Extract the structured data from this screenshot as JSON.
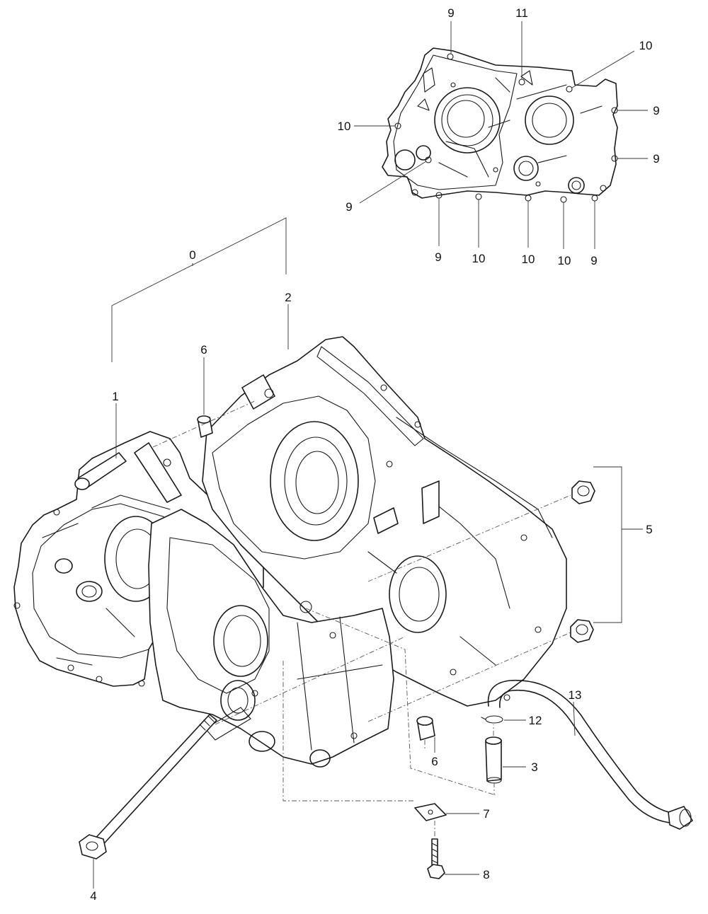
{
  "callouts": {
    "inset": {
      "top_9": "9",
      "top_11": "11",
      "top_10": "10",
      "right_9_upper": "9",
      "right_9_lower": "9",
      "left_10": "10",
      "left_9": "9",
      "bottom_9_a": "9",
      "bottom_10_a": "10",
      "bottom_10_b": "10",
      "bottom_10_c": "10",
      "bottom_9_b": "9"
    },
    "main": {
      "label_0": "0",
      "label_1": "1",
      "label_2": "2",
      "label_3": "3",
      "label_4": "4",
      "label_5": "5",
      "label_6_top": "6",
      "label_6_bottom": "6",
      "label_7": "7",
      "label_8": "8",
      "label_12": "12",
      "label_13": "13"
    }
  }
}
